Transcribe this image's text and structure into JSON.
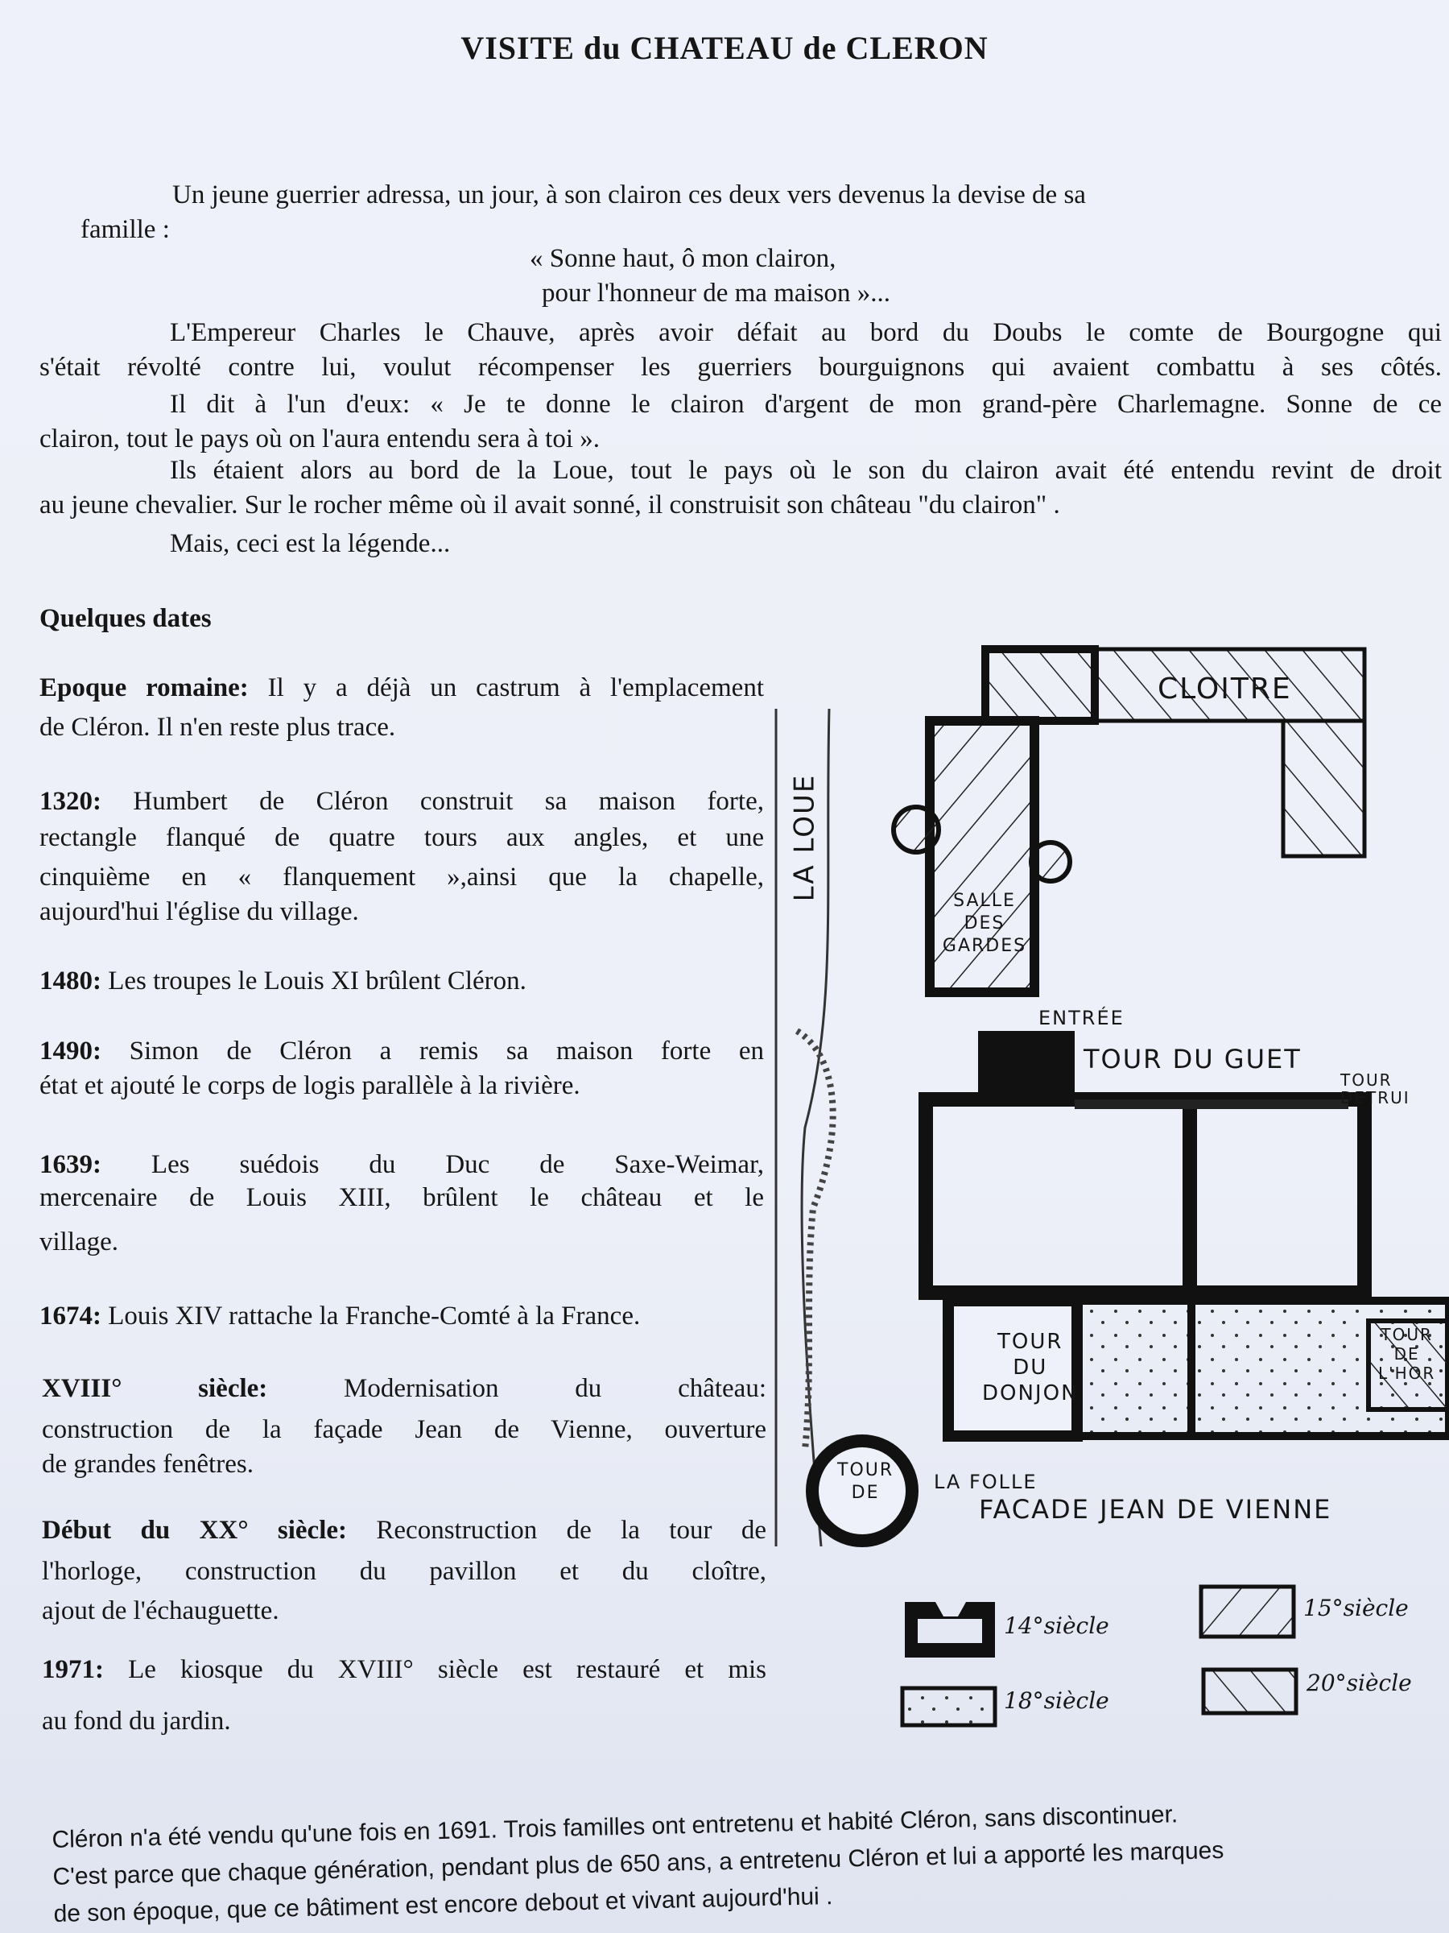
{
  "title": "VISITE du CHATEAU de  CLERON",
  "intro": [
    "Un jeune guerrier adressa, un jour, à son clairon ces deux vers devenus la devise de sa",
    "famille :",
    "« Sonne haut, ô mon clairon,",
    "pour l'honneur de ma maison »...",
    "L'Empereur Charles le Chauve, après avoir défait au bord du Doubs le comte de Bourgogne qui",
    "s'était révolté contre lui, voulut récompenser les guerriers bourguignons qui  avaient combattu à ses côtés.",
    "Il dit à l'un d'eux: « Je te donne le clairon d'argent de mon grand-père Charlemagne. Sonne de ce",
    "clairon, tout le pays où on l'aura entendu sera à toi ».",
    "Ils étaient alors au bord de la Loue, tout le pays où le son du clairon avait été entendu revint de droit",
    "au jeune chevalier. Sur le rocher même où il avait sonné, il construisit son château \"du clairon\" .",
    "Mais, ceci est la légende..."
  ],
  "dates_heading": "Quelques dates",
  "dates": [
    {
      "label": "Epoque romaine:",
      "lines": [
        " Il y a déjà un castrum à l'emplacement",
        "de Cléron. Il n'en reste plus trace."
      ]
    },
    {
      "label": "1320:",
      "lines": [
        " Humbert de Cléron construit sa maison forte,",
        "rectangle flanqué de quatre tours aux angles, et une",
        "cinquième en « flanquement »,ainsi que la chapelle,",
        "aujourd'hui l'église du village."
      ]
    },
    {
      "label": "1480:",
      "lines": [
        " Les troupes le Louis XI brûlent Cléron."
      ]
    },
    {
      "label": "1490:",
      "lines": [
        " Simon de Cléron a remis sa maison forte en",
        "état et ajouté le corps de logis parallèle à la rivière."
      ]
    },
    {
      "label": "1639:",
      "lines": " Les suédois du Duc de Saxe-Weimar,|mercenaire de Louis XIII, brûlent le château et le|village."
    },
    {
      "label": "1674:",
      "lines": [
        " Louis XIV rattache la Franche-Comté à la France."
      ]
    },
    {
      "label": "XVIII° siècle:",
      "lines": [
        " Modernisation du château:",
        "construction de la façade Jean de Vienne, ouverture",
        "de grandes fenêtres."
      ]
    },
    {
      "label": "Début du XX° siècle:",
      "lines": [
        " Reconstruction de la tour de",
        "l'horloge, construction du pavillon et du cloître,",
        "ajout de l'échauguette."
      ]
    },
    {
      "label": "1971:",
      "lines": [
        " Le kiosque du XVIII° siècle est restauré et mis",
        "au fond du jardin."
      ]
    }
  ],
  "plan": {
    "labels": {
      "cloitre": "CLOITRE",
      "river": "LA LOUE",
      "salle": [
        "SALLE",
        "DES",
        "GARDES"
      ],
      "entree": "ENTRÉE",
      "tour_guet": "TOUR DU GUET",
      "tour_detruite": [
        "TOUR",
        "DETRUI"
      ],
      "donjon": [
        "TOUR",
        "DU",
        "DONJON"
      ],
      "horloge": [
        "TOUR",
        "DE",
        "L'HOR"
      ],
      "folle": [
        "TOUR",
        "DE"
      ],
      "folle2": "LA FOLLE",
      "facade": "FACADE JEAN DE VIENNE"
    },
    "legend": [
      {
        "label": "14°siècle",
        "pattern": "solid-black"
      },
      {
        "label": "15°siècle",
        "pattern": "hatch-forward"
      },
      {
        "label": "18°siècle",
        "pattern": "dotted"
      },
      {
        "label": "20°siècle",
        "pattern": "hatch-back"
      }
    ]
  },
  "footer": [
    "Cléron n'a été vendu qu'une fois en 1691. Trois familles ont entretenu et habité Cléron, sans discontinuer.",
    "C'est parce que chaque génération, pendant plus de 650 ans, a entretenu Cléron et lui a apporté les  marques",
    "de son époque, que ce bâtiment est encore debout et vivant aujourd'hui ."
  ]
}
